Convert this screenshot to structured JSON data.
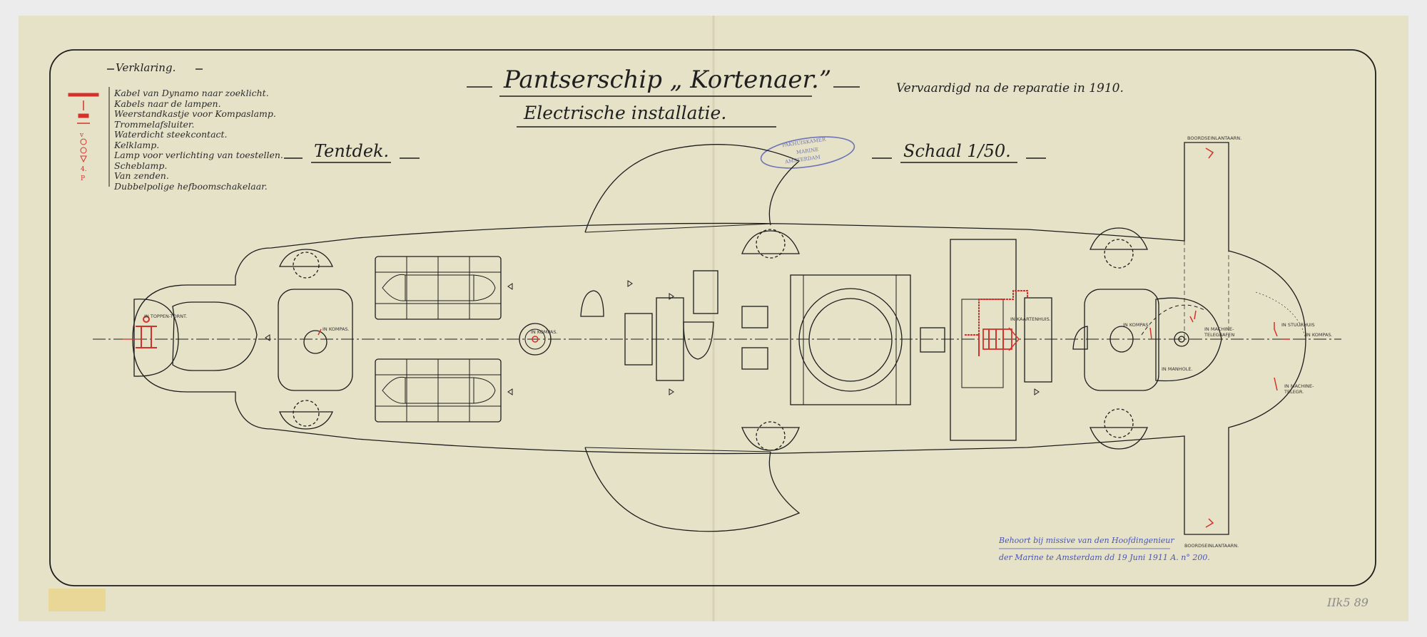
{
  "legend": {
    "heading": "Verklaring.",
    "items": [
      "Kabel van Dynamo naar zoeklicht.",
      "Kabels naar de lampen.",
      "Weerstandkastje voor Kompaslamp.",
      "Trommelafsluiter.",
      "Waterdicht steekcontact.",
      "Kelklamp.",
      "Lamp voor verlichting van toestellen.",
      "Scheblamp.",
      "Van zenden.",
      "Dubbelpolige hefboomschakelaar."
    ]
  },
  "title": {
    "main": "Pantserschip „ Kortenaer.”",
    "subtitle": "Electrische installatie.",
    "made_note": "Vervaardigd na de reparatie in 1910.",
    "deck": "Tentdek.",
    "scale": "Schaal 1/50."
  },
  "stamp": {
    "line1": "PAKHUISKAMER",
    "line2": "MARINE",
    "line3": "AMSTERDAM"
  },
  "annotations": {
    "searchlight": "IN TOPPEN-TORNT.",
    "compass_fwd": "IN KOMPAS.",
    "compass_mid": "IN KOMPAS.",
    "chart_house": "IN KAARTENHUIS.",
    "compass_aft": "IN KOMPAS.",
    "telegraph_fwd": "IN MACHINE-TELEGRAFEN",
    "manhole": "IN MANHOLE.",
    "steering_house": "IN STUURHUIS",
    "compass_bow": "IN KOMPAS.",
    "telegraph_bow": "IN MACHINE-TELEGR.",
    "side_light_top": "BOORDSEINLANTAARN.",
    "side_light_bottom": "BOORDSEINLANTAARN."
  },
  "footer_note": {
    "line1": "Behoort bij missive van den Hoofdingenieur",
    "line2": "der Marine te Amsterdam dd 19 Juni 1911 A. n° 200."
  },
  "corner_marks": {
    "right": "IIk5 89"
  },
  "colors": {
    "paper": "#e6e2c8",
    "ink": "#1c1c1c",
    "wiring_red": "#d3312b",
    "stamp_blue": "#6f74b8",
    "note_blue": "#4a55b4"
  }
}
